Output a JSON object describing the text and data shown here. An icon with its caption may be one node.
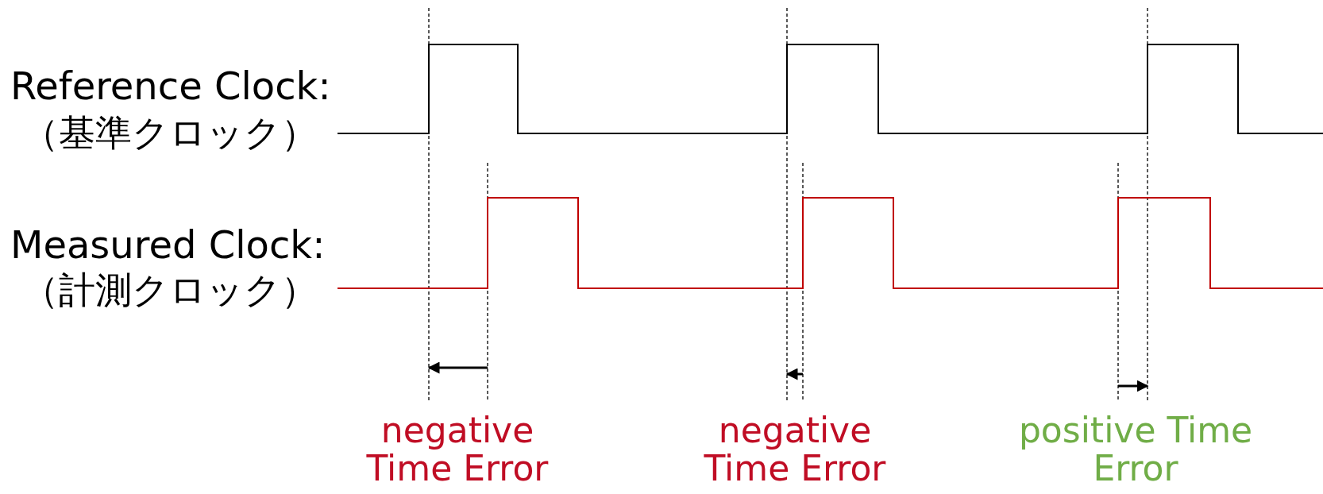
{
  "diagram": {
    "labels": [
      "Reference Clock:",
      "（基準クロック）",
      "Measured Clock:",
      "（計測クロック）",
      "negative Time Error",
      "negative Time Error",
      "positive Time Error"
    ]
  }
}
